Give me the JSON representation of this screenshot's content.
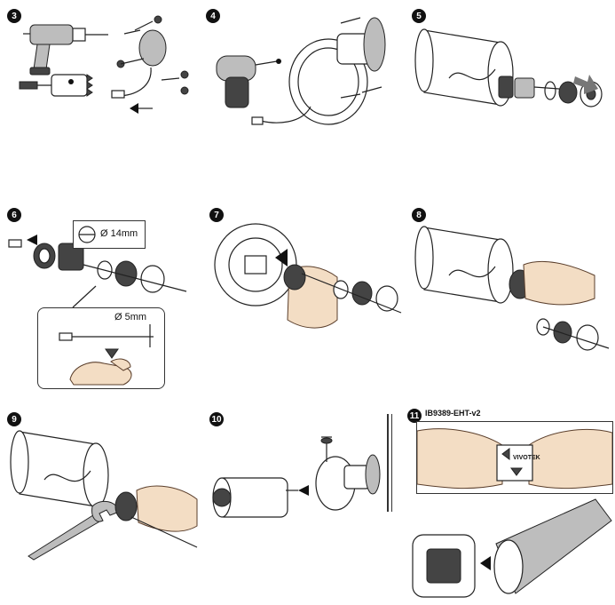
{
  "steps": [
    {
      "number": "3"
    },
    {
      "number": "4"
    },
    {
      "number": "5"
    },
    {
      "number": "6",
      "hole_diameter": "Ø 14mm",
      "cable_diameter": "Ø 5mm"
    },
    {
      "number": "7"
    },
    {
      "number": "8"
    },
    {
      "number": "9"
    },
    {
      "number": "10"
    },
    {
      "number": "11",
      "model": "IB9389-EHT-v2",
      "brand": "VIVOTEK"
    }
  ],
  "icons": {
    "drill": "drill-icon",
    "hole_saw": "hole-saw-icon",
    "screwdriver": "electric-screwdriver-icon",
    "wrench": "wrench-icon",
    "camera": "camera-body-icon"
  },
  "colors": {
    "ink": "#111111",
    "arrow": "#777777",
    "skin": "#f3ddc4"
  }
}
